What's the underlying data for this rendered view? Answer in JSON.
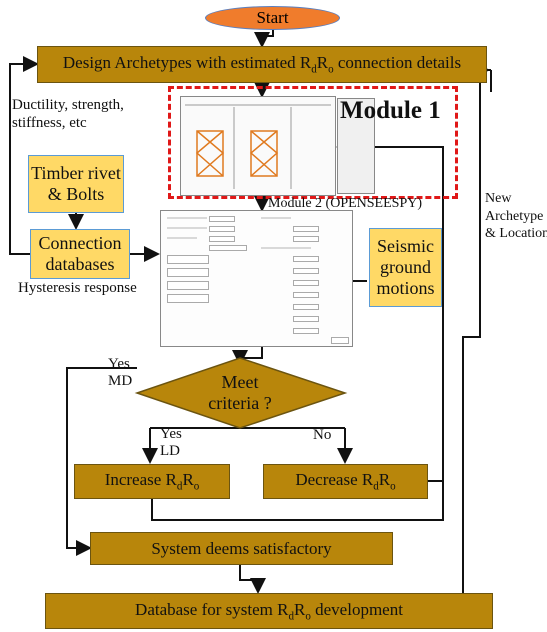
{
  "start": {
    "label": "Start",
    "color": "#f07c2c"
  },
  "design_archetypes": {
    "prefix": "Design Archetypes with estimated R",
    "s1": "d",
    "mid": "R",
    "s2": "o",
    "suffix": " connection details"
  },
  "module1": {
    "label": "Module 1",
    "border_color": "#e01818"
  },
  "module2": {
    "label": "Module 2 (OPENSEESPY)"
  },
  "feedback_left": {
    "line1": "Ductility, strength,",
    "line2": "stiffness, etc"
  },
  "timber": {
    "line1": "Timber rivet",
    "line2": "& Bolts"
  },
  "connection_db": {
    "line1": "Connection",
    "line2": "databases"
  },
  "hysteresis": {
    "label": "Hysteresis response"
  },
  "seismic": {
    "line1": "Seismic",
    "line2": "ground",
    "line3": "motions"
  },
  "new_archetype": {
    "line1": "New",
    "line2": "Archetype",
    "line3": "& Location"
  },
  "decision": {
    "line1": "Meet",
    "line2": "criteria ?"
  },
  "yes_md": {
    "line1": "Yes",
    "line2": "MD"
  },
  "yes_ld": {
    "line1": "Yes",
    "line2": "LD"
  },
  "no": {
    "label": "No"
  },
  "increase": {
    "prefix": "Increase R",
    "s1": "d",
    "mid": "R",
    "s2": "o"
  },
  "decrease": {
    "prefix": "Decrease R",
    "s1": "d",
    "mid": "R",
    "s2": "o"
  },
  "satisfactory": {
    "label": "System deems satisfactory"
  },
  "database_final": {
    "prefix": "Database for system R",
    "s1": "d",
    "mid": "R",
    "s2": "o",
    "suffix": " development"
  },
  "colors": {
    "process": "#b8860b",
    "input": "#ffd966",
    "input_border": "#5b9bd5"
  }
}
